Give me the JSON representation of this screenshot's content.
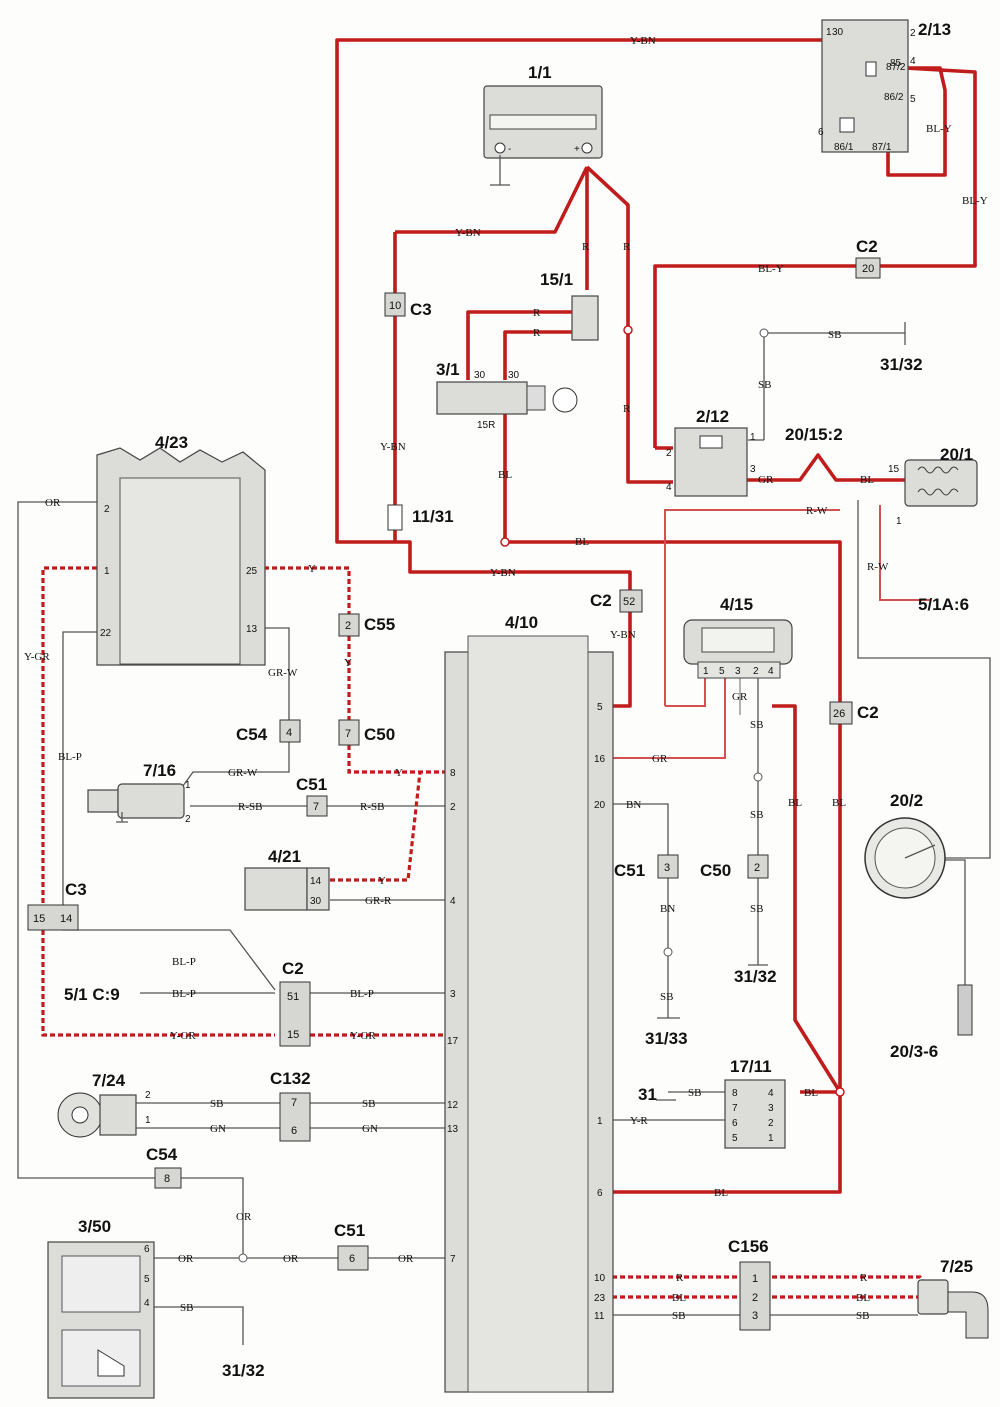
{
  "components": {
    "c1_1": "1/1",
    "c2_13": "2/13",
    "c15_1": "15/1",
    "c3_1": "3/1",
    "c2_12": "2/12",
    "c20_15_2": "20/15:2",
    "c20_1": "20/1",
    "c31_32_top": "31/32",
    "c4_23": "4/23",
    "c11_31": "11/31",
    "c4_10": "4/10",
    "c4_15": "4/15",
    "c7_16": "7/16",
    "c4_21": "4/21",
    "c5_1a6": "5/1A:6",
    "c20_2": "20/2",
    "c20_3_6": "20/3-6",
    "c5_1c9": "5/1 C:9",
    "c7_24": "7/24",
    "c17_11": "17/11",
    "c31": "31",
    "c31_33": "31/33",
    "c31_32_mid": "31/32",
    "c3_50": "3/50",
    "c31_32_bot": "31/32",
    "c7_25": "7/25"
  },
  "connectors": {
    "c3_a": "C3",
    "c3_b": "C3",
    "c2_top": "C2",
    "c2_52": "C2",
    "c2_26": "C2",
    "c2_mid": "C2",
    "c55": "C55",
    "c50_a": "C50",
    "c50_b": "C50",
    "c54_a": "C54",
    "c54_b": "C54",
    "c51_a": "C51",
    "c51_b": "C51",
    "c51_c": "C51",
    "c132": "C132",
    "c156": "C156"
  },
  "wire_colors": {
    "y_bn": "Y-BN",
    "r": "R",
    "bl_y": "BL-Y",
    "sb": "SB",
    "gr": "GR",
    "bl": "BL",
    "r_w": "R-W",
    "or": "OR",
    "y": "Y",
    "y_gr": "Y-GR",
    "bl_p": "BL-P",
    "gr_w": "GR-W",
    "r_sb": "R-SB",
    "gr_r": "GR-R",
    "bn": "BN",
    "gn": "GN",
    "y_r": "Y-R"
  },
  "pins": {
    "p1": "1",
    "p2": "2",
    "p3": "3",
    "p4": "4",
    "p5": "5",
    "p6": "6",
    "p7": "7",
    "p8": "8",
    "p10": "10",
    "p11": "11",
    "p12": "12",
    "p13": "13",
    "p14": "14",
    "p15": "15",
    "p16": "16",
    "p17": "17",
    "p20": "20",
    "p22": "22",
    "p23": "23",
    "p25": "25",
    "p26": "26",
    "p30": "30",
    "p51": "51",
    "p52": "52",
    "p15r": "15R",
    "p85": "85",
    "p86_1": "86/1",
    "p86_2": "86/2",
    "p87_1": "87/1",
    "p87_2": "87/2",
    "minus": "-",
    "plus": "+"
  },
  "colors": {
    "power_wire": "#c01c1c",
    "signal_wire": "#555555",
    "component_fill": "#dcdcd8"
  }
}
